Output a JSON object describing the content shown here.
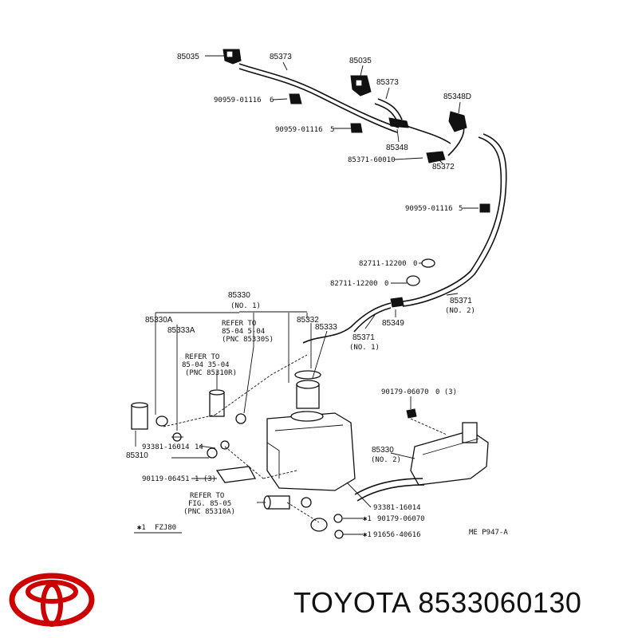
{
  "labels": {
    "l85035a": "85035",
    "l85373a": "85373",
    "l85035b": "85035",
    "l85373b": "85373",
    "l85348D": "85348D",
    "l90959a": "90959-01116",
    "l6a": "6",
    "l90959b": "90959-01116",
    "l5a": "5",
    "l85348": "85348",
    "l85371_60010": "85371-60010",
    "l85372": "85372",
    "l90959c": "90959-01116",
    "l5b": "5",
    "l82711a": "82711-12200",
    "l0a": "0",
    "l82711b": "82711-12200",
    "l0b": "0",
    "l85330": "85330",
    "l85330no1": "(NO. 1)",
    "l85371": "85371",
    "l85371no2": "(NO. 2)",
    "l85330A": "85330A",
    "l85333A": "85333A",
    "lrefer1": "REFER TO",
    "lrefer1b": "85-04  5-04",
    "lrefer1c": "(PNC 85330S)",
    "l85332": "85332",
    "l85333": "85333",
    "l85349": "85349",
    "l85371b": "85371",
    "l85371bno1": "(NO. 1)",
    "lrefer2": "REFER TO",
    "lrefer2b": "85-04  35-04",
    "lrefer2c": "(PNC 85310R)",
    "l90179a": "90179-06070",
    "l03": "0 (3)",
    "l93381a": "93381-16014",
    "l14": "14",
    "l85310": "85310",
    "l85330b": "85330",
    "l85330no2": "(NO. 2)",
    "l90119": "90119-06451",
    "l13": "1 (3)",
    "lrefer3": "REFER TO",
    "lrefer3b": "FIG. 85-05",
    "lrefer3c": "(PNC 85310A)",
    "l93381b": "93381-16014",
    "l90179b": "90179-06070",
    "l91656": "91656-40616",
    "lfzj80": "FZJ80",
    "lstar": "✱1",
    "lstar2": "✱1",
    "lstar3": "✱1",
    "lmep": "ME P947-A"
  },
  "brand": {
    "text": "TOYOTA 8533060130",
    "logo_color": "#cc0000"
  }
}
